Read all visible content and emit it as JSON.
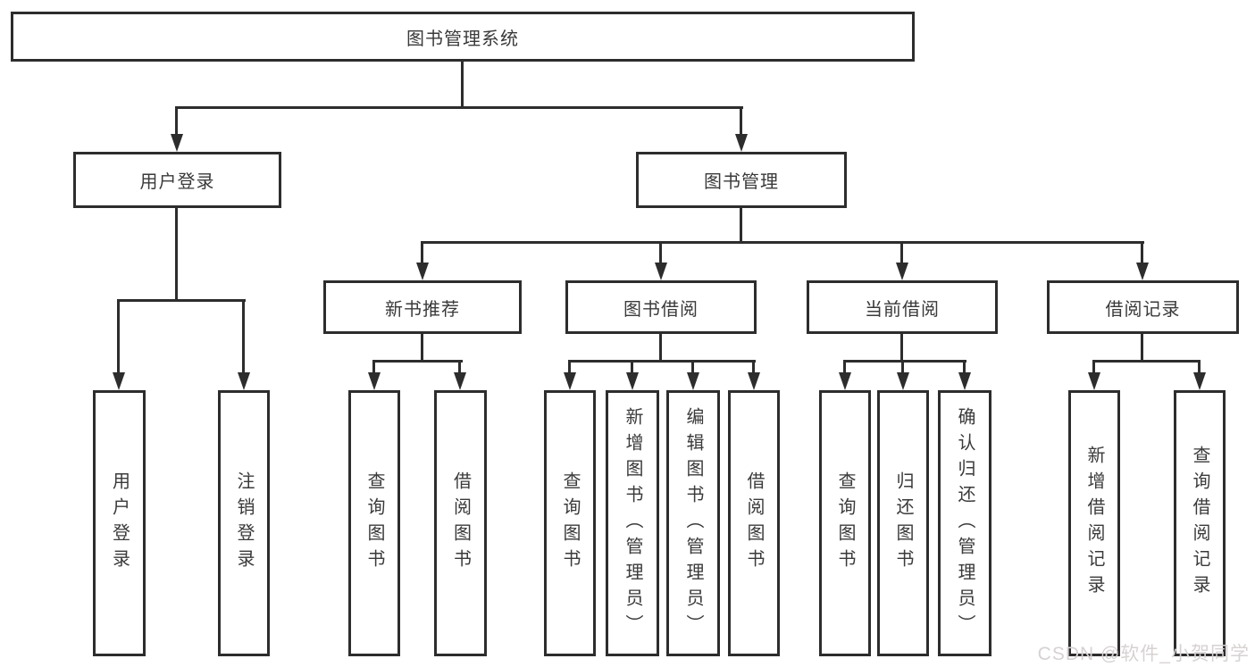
{
  "nodes": {
    "root": "图书管理系统",
    "level2": {
      "user_login": "用户登录",
      "book_mgmt": "图书管理"
    },
    "level3": {
      "new_book_rec": "新书推荐",
      "book_borrow": "图书借阅",
      "current_borrow": "当前借阅",
      "borrow_records": "借阅记录"
    },
    "leaves": {
      "user_login": [
        "用户登录",
        "注销登录"
      ],
      "new_book_rec": [
        "查询图书",
        "借阅图书"
      ],
      "book_borrow": [
        "查询图书",
        "新增图书（管理员）",
        "编辑图书（管理员）",
        "借阅图书"
      ],
      "current_borrow": [
        "查询图书",
        "归还图书",
        "确认归还（管理员）"
      ],
      "borrow_records": [
        "新增借阅记录",
        "查询借阅记录"
      ]
    }
  },
  "watermark": "CSDN @软件_小贺同学",
  "colors": {
    "line": "#2d2d2d",
    "text": "#3a3a3a",
    "watermark": "#d7d2d2",
    "background": "#ffffff"
  }
}
